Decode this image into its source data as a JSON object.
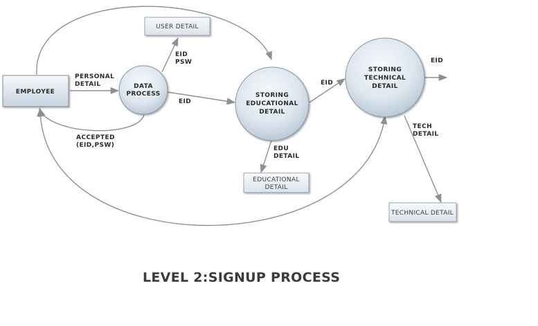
{
  "title": "LEVEL 2:SIGNUP PROCESS",
  "entities": {
    "employee": "EMPLOYEE"
  },
  "processes": {
    "data_process": [
      "DATA",
      "PROCESS"
    ],
    "storing_educational": [
      "STORING",
      "EDUCATIONAL",
      "DETAIL"
    ],
    "storing_technical": [
      "STORING",
      "TECHNICAL",
      "DETAIL"
    ]
  },
  "stores": {
    "user_detail": "USER DETAIL",
    "educational_detail": [
      "EDUCATIONAL",
      "DETAIL"
    ],
    "technical_detail": "TECHNICAL DETAIL"
  },
  "flows": {
    "personal_detail": [
      "PERSONAL",
      "DETAIL"
    ],
    "eid_psw": [
      "EID",
      "PSW"
    ],
    "eid_to_edu": "EID",
    "accepted": [
      "ACCEPTED",
      "(EID,PSW)"
    ],
    "edu_detail": [
      "EDU",
      "DETAIL"
    ],
    "eid_to_tech": "EID",
    "eid_out": "EID",
    "tech_detail": [
      "TECH",
      "DETAIL"
    ]
  },
  "colors": {
    "arrow": "#8d8f93",
    "node_light": "#f4f7fa",
    "node_dark": "#b9c8d6",
    "text": "#2a2a2a"
  }
}
